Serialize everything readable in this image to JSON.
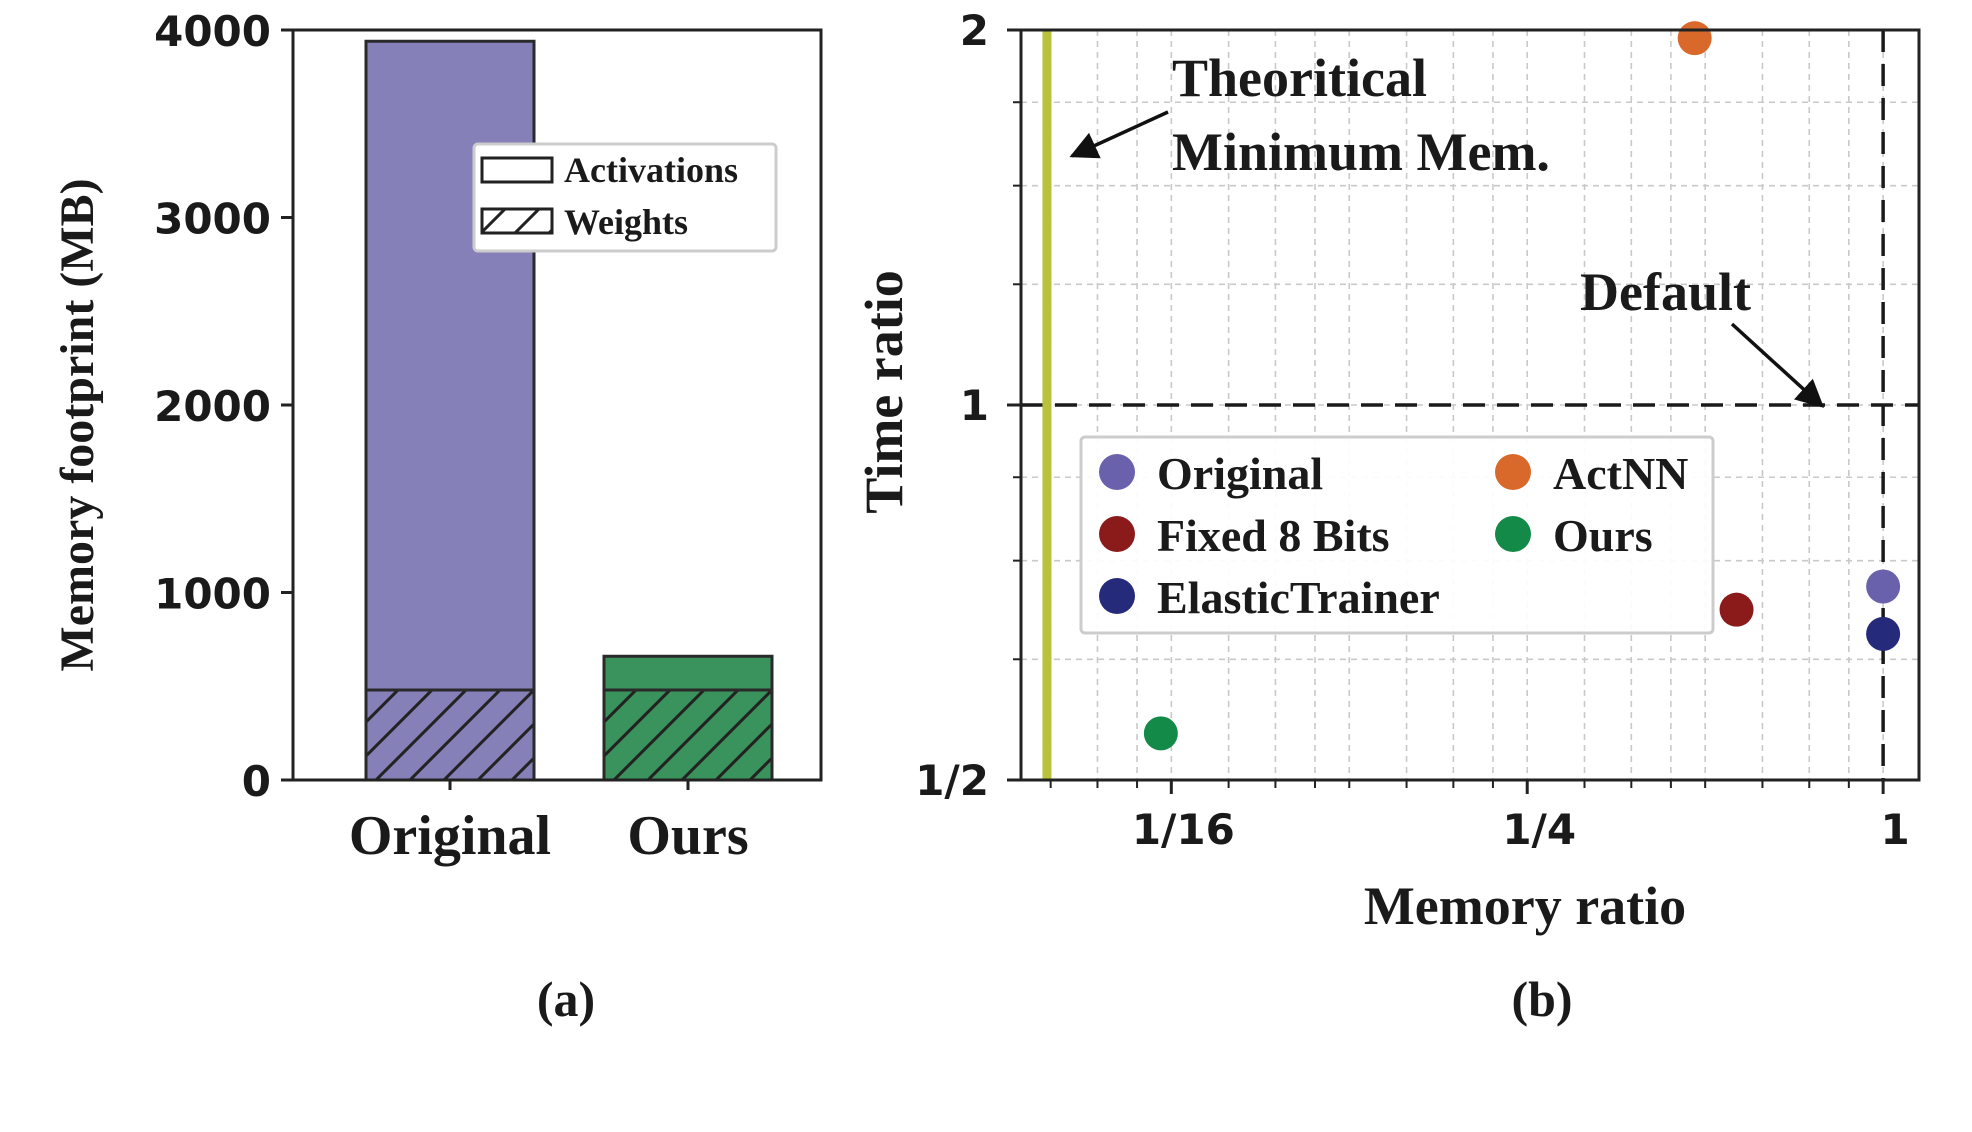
{
  "chart_data": [
    {
      "type": "bar",
      "caption": "(a)",
      "ylabel": "Memory footprint (MB)",
      "xlabel": "",
      "categories": [
        "Original",
        "Ours"
      ],
      "ylim": [
        0,
        4000
      ],
      "yticks": [
        0,
        1000,
        2000,
        3000,
        4000
      ],
      "stacked": true,
      "colors": [
        "#8680b9",
        "#3a925c"
      ],
      "series": [
        {
          "name": "Weights",
          "pattern": "hatched",
          "values": [
            480,
            480
          ]
        },
        {
          "name": "Activations",
          "pattern": "solid",
          "values": [
            3460,
            180
          ]
        }
      ],
      "legend": {
        "position": "upper right",
        "entries": [
          "Activations",
          "Weights"
        ]
      }
    },
    {
      "type": "scatter",
      "caption": "(b)",
      "xlabel": "Memory ratio",
      "ylabel": "Time ratio",
      "x_scale": "log2",
      "y_scale": "log2",
      "xlim": [
        0.0348,
        1.15
      ],
      "ylim": [
        0.5,
        2.0
      ],
      "xticks": [
        {
          "value": 0.0625,
          "label": "1/16"
        },
        {
          "value": 0.25,
          "label": "1/4"
        },
        {
          "value": 1,
          "label": "1"
        }
      ],
      "yticks": [
        {
          "value": 0.5,
          "label": "1/2"
        },
        {
          "value": 1,
          "label": "1"
        },
        {
          "value": 2,
          "label": "2"
        }
      ],
      "grid": true,
      "series": [
        {
          "name": "Original",
          "color": "#6a61ad",
          "x": [
            1.0
          ],
          "y": [
            0.715
          ]
        },
        {
          "name": "Fixed 8 Bits",
          "color": "#8b1a1a",
          "x": [
            0.565
          ],
          "y": [
            0.685
          ]
        },
        {
          "name": "ElasticTrainer",
          "color": "#262a7a",
          "x": [
            1.0
          ],
          "y": [
            0.655
          ]
        },
        {
          "name": "ActNN",
          "color": "#d8692a",
          "x": [
            0.48
          ],
          "y": [
            1.97
          ]
        },
        {
          "name": "Ours",
          "color": "#138a48",
          "x": [
            0.06
          ],
          "y": [
            0.545
          ]
        }
      ],
      "legend": {
        "position": "center",
        "columns": 2
      },
      "reference_lines": {
        "min_mem_x": 0.0385,
        "min_mem_color": "#b8c23c",
        "default_x": 1,
        "default_y": 1
      },
      "annotations": [
        {
          "lines": [
            "Theoritical",
            "Minimum Mem."
          ],
          "points_to": "min-mem-line"
        },
        {
          "lines": [
            "Default"
          ],
          "points_to": "default-point"
        }
      ]
    }
  ]
}
